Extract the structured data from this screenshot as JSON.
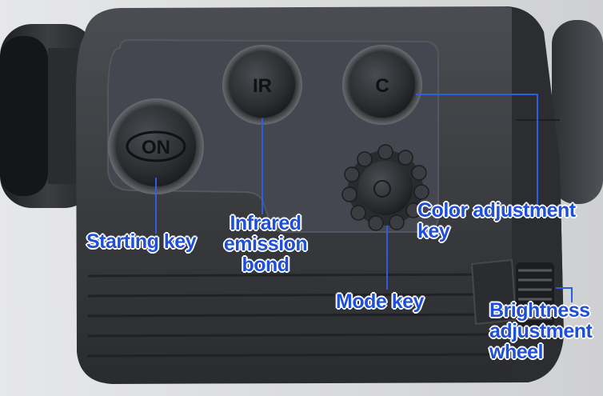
{
  "device_buttons": {
    "on_button": "ON",
    "ir_button": "IR",
    "color_button": "C"
  },
  "annotations": {
    "starting_key": "Starting key",
    "infrared": [
      "Infrared",
      "emission",
      "bond"
    ],
    "color_adjustment": [
      "Color adjustment",
      "key"
    ],
    "mode_key": "Mode key",
    "brightness": [
      "Brightness",
      "adjustment",
      "wheel"
    ]
  },
  "colors": {
    "label_text": "#1e4fd6",
    "leader_line": "#2b5fe0",
    "device_body": "#3a3b3f"
  }
}
